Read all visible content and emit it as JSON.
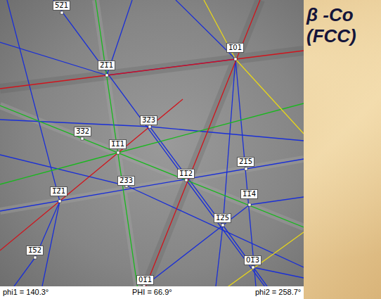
{
  "diagram": {
    "title": "β -Co (FCC)",
    "labels": [
      "5̅2̅1",
      "1̅01",
      "2̅1̅1",
      "3̅2̅3",
      "3̅3̅2",
      "1̅1̅1",
      "1̅1̅2",
      "2̅1̅5",
      "2̅3̅3",
      "1̅2̅1",
      "1̅1̅4",
      "1̅2̅5",
      "1̅5̅2",
      "01̅3",
      "01̅1",
      "phi1 = 140.3°",
      "PHI = 66.9°",
      "phi2 = 258.7°"
    ]
  }
}
